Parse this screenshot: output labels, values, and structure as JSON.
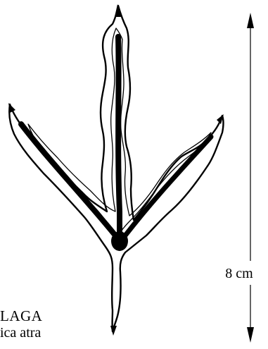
{
  "figure": {
    "subject": "bird footprint",
    "name_label": "LAGA",
    "latin_label": "ica atra",
    "scale_label": "8 cm",
    "ink_color": "#000000",
    "paper_color": "#ffffff"
  }
}
